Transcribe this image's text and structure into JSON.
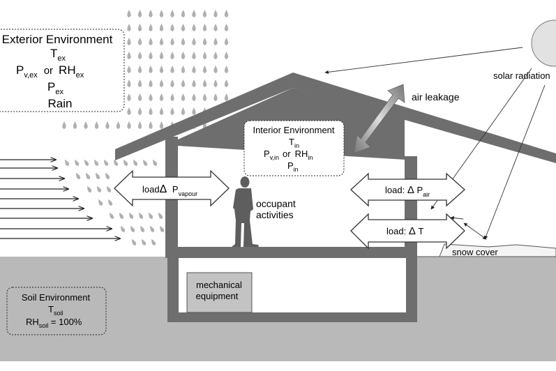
{
  "exterior": {
    "title": "Exterior Environment",
    "temp": "T",
    "temp_sub": "ex",
    "pv": "P",
    "pv_sub": "v,ex",
    "or": "or",
    "rh": "RH",
    "rh_sub": "ex",
    "pres": "P",
    "pres_sub": "ex",
    "rain": "Rain"
  },
  "interior": {
    "title": "Interior Environment",
    "temp": "T",
    "temp_sub": "in",
    "pv": "P",
    "pv_sub": "v,in",
    "or": "or",
    "rh": "RH",
    "rh_sub": "in",
    "pres": "P",
    "pres_sub": "in"
  },
  "soil": {
    "title": "Soil Environment",
    "temp": "T",
    "temp_sub": "soil",
    "rh": "RH",
    "rh_sub": "soil",
    "rh_value": " = 100%"
  },
  "labels": {
    "air_leakage": "air leakage",
    "solar_radiation": "solar radiation",
    "snow_cover": "snow cover",
    "occupant": "occupant",
    "activities": "activities",
    "mechanical_1": "mechanical",
    "mechanical_2": "equipment"
  },
  "arrows": {
    "vapour_prefix": "load",
    "vapour_delta": "Δ",
    "vapour_p": " P",
    "vapour_sub": "vapour",
    "air_prefix": "load: ",
    "air_delta": "Δ",
    "air_p": " P",
    "air_sub": "air",
    "temp_prefix": "load: ",
    "temp_delta": "Δ",
    "temp_t": " T"
  },
  "colors": {
    "house": "#6e6e6e",
    "ground": "#b9b9b9",
    "rain": "#b0b0b0",
    "equipment": "#c3c3c3"
  }
}
